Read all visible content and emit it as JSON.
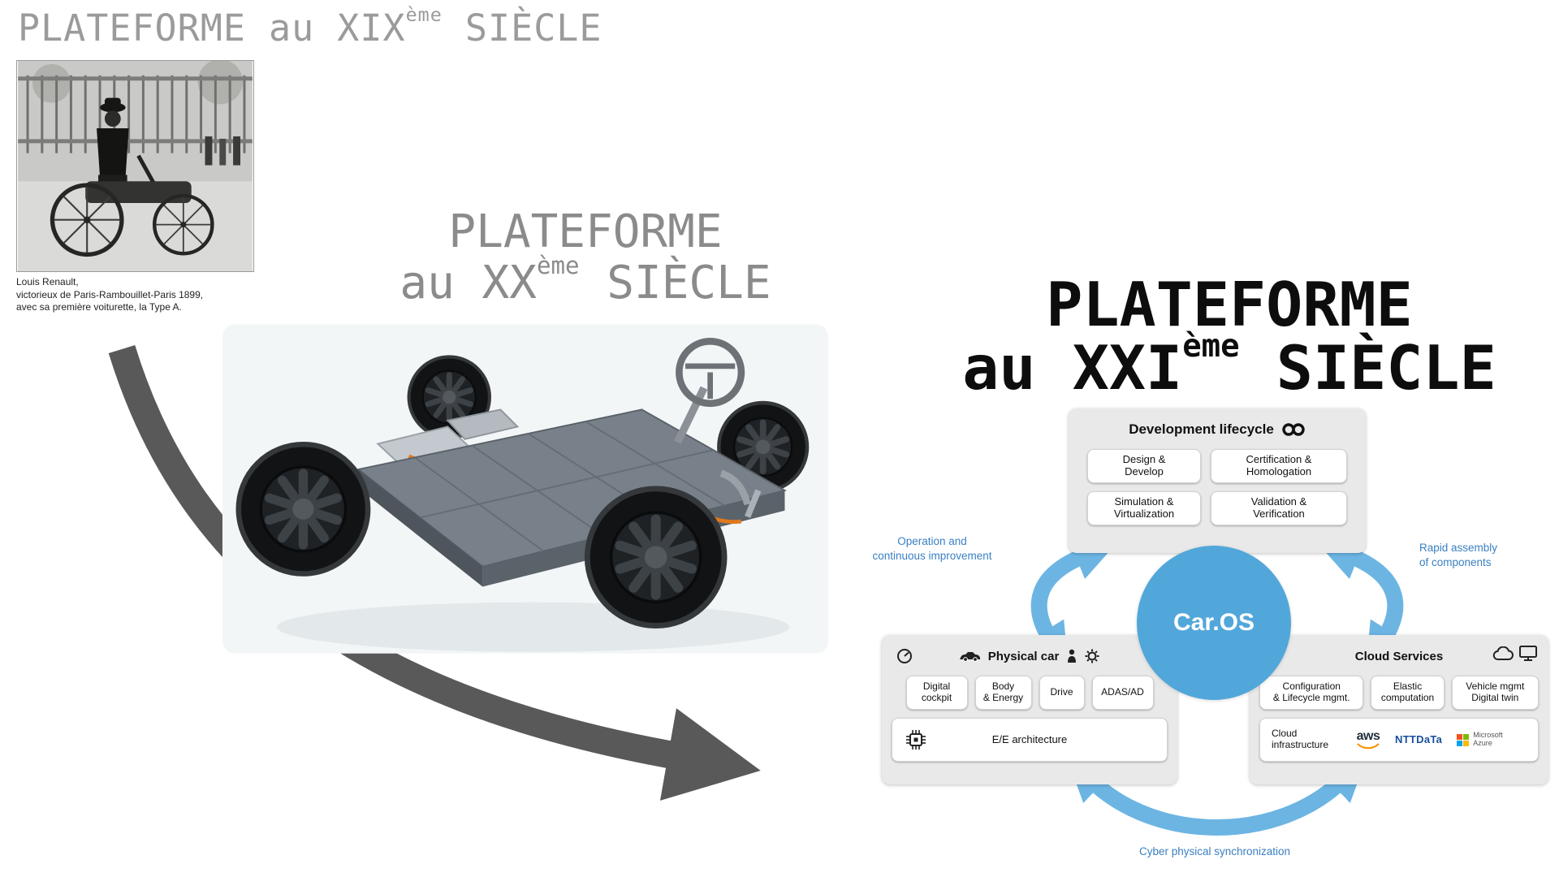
{
  "sections": {
    "s19": {
      "prefix": "PLATEFORME au XIX",
      "sup": "ème",
      "suffix": " SIÈCLE",
      "caption": "Louis Renault,\nvictorieux de Paris-Rambouillet-Paris 1899,\navec sa première voiturette, la Type A."
    },
    "s20": {
      "line1": "PLATEFORME",
      "line2_prefix": "au XX",
      "sup": "ème",
      "line2_suffix": " SIÈCLE"
    },
    "s21": {
      "line1": "PLATEFORME",
      "line2_prefix": "au XXI",
      "sup": "ème",
      "line2_suffix": " SIÈCLE"
    }
  },
  "diagram": {
    "car_os": "Car.OS",
    "dev": {
      "title": "Development lifecycle",
      "items": [
        "Design &\nDevelop",
        "Certification &\nHomologation",
        "Simulation &\nVirtualization",
        "Validation &\nVerification"
      ]
    },
    "physical": {
      "title": "Physical car",
      "items": [
        "Digital\ncockpit",
        "Body\n& Energy",
        "Drive",
        "ADAS/AD"
      ],
      "wide": "E/E architecture"
    },
    "cloud": {
      "title": "Cloud Services",
      "items": [
        "Configuration\n& Lifecycle mgmt.",
        "Elastic\ncomputation",
        "Vehicle mgmt\nDigital twin"
      ],
      "wide": "Cloud\ninfrastructure",
      "logos": {
        "aws": "aws",
        "ntt": "NTTDaTa",
        "ms_line1": "Microsoft",
        "ms_line2": "Azure"
      }
    },
    "labels": {
      "left": "Operation and\ncontinuous improvement",
      "right": "Rapid assembly\nof components",
      "bottom": "Cyber physical synchronization"
    }
  }
}
